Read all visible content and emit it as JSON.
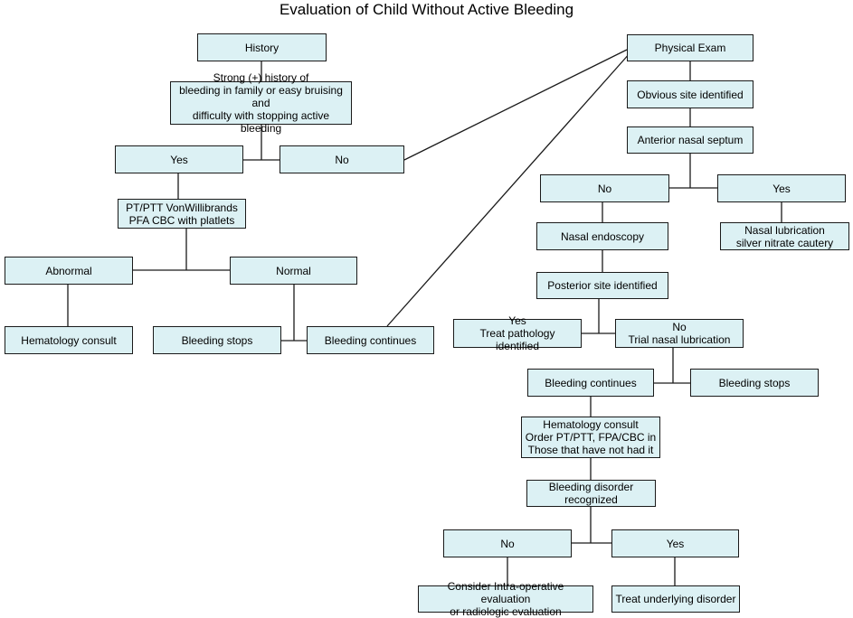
{
  "title": "Evaluation of Child Without Active Bleeding",
  "colors": {
    "box_fill": "#dcf1f4",
    "box_border": "#1a1a1a",
    "line": "#1a1a1a"
  },
  "nodes": [
    {
      "id": "history",
      "text": "History"
    },
    {
      "id": "strong-history",
      "text": "Strong (+) history of\nbleeding in family or easy bruising and\ndifficulty with stopping active bleeding"
    },
    {
      "id": "yes-history",
      "text": "Yes"
    },
    {
      "id": "no-history",
      "text": "No"
    },
    {
      "id": "labs",
      "text": "PT/PTT VonWillibrands\nPFA CBC with platlets"
    },
    {
      "id": "abnormal",
      "text": "Abnormal"
    },
    {
      "id": "normal",
      "text": "Normal"
    },
    {
      "id": "hematology-consult-left",
      "text": "Hematology consult"
    },
    {
      "id": "bleeding-stops-left",
      "text": "Bleeding stops"
    },
    {
      "id": "bleeding-continues-left",
      "text": "Bleeding continues"
    },
    {
      "id": "physical-exam",
      "text": "Physical Exam"
    },
    {
      "id": "obvious-site",
      "text": "Obvious site identified"
    },
    {
      "id": "anterior-septum",
      "text": "Anterior nasal septum"
    },
    {
      "id": "no-anterior",
      "text": "No"
    },
    {
      "id": "yes-anterior",
      "text": "Yes"
    },
    {
      "id": "nasal-lubrication",
      "text": "Nasal lubrication\nsilver nitrate cautery"
    },
    {
      "id": "nasal-endoscopy",
      "text": "Nasal endoscopy"
    },
    {
      "id": "posterior-site",
      "text": "Posterior site identified"
    },
    {
      "id": "yes-posterior",
      "text": "Yes\nTreat pathology identified"
    },
    {
      "id": "no-posterior",
      "text": "No\nTrial nasal lubrication"
    },
    {
      "id": "bleeding-continues-right",
      "text": "Bleeding continues"
    },
    {
      "id": "bleeding-stops-right",
      "text": "Bleeding stops"
    },
    {
      "id": "hematology-order",
      "text": "Hematology consult\nOrder PT/PTT, FPA/CBC in\nThose that have not had it"
    },
    {
      "id": "bleeding-disorder",
      "text": "Bleeding disorder\nrecognized"
    },
    {
      "id": "no-disorder",
      "text": "No"
    },
    {
      "id": "yes-disorder",
      "text": "Yes"
    },
    {
      "id": "intraoperative-eval",
      "text": "Consider Intra-operative evaluation\nor radiologic evaluation"
    },
    {
      "id": "treat-underlying",
      "text": "Treat underlying disorder"
    }
  ]
}
